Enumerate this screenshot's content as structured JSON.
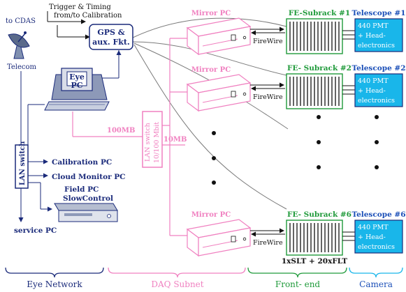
{
  "colors": {
    "navy": "#1a2a7a",
    "pink": "#f080c0",
    "green": "#1f9a3a",
    "cyan_box": "#19b6ea",
    "blue": "#1b4fb8",
    "line_gray": "#7a7a7a"
  },
  "labels": {
    "to_cdas": "to CDAS",
    "telecom": "Telecom",
    "trigger_line1": "Trigger & Timing",
    "trigger_line2": "from/to Calibration",
    "gps_line1": "GPS &",
    "gps_line2": "aux. Fkt.",
    "eye_pc_line1": "Eye",
    "eye_pc_line2": "PC",
    "lan_switch_left": "LAN switch",
    "calibration_pc": "Calibration PC",
    "cloud_monitor_pc": "Cloud Monitor PC",
    "field_pc_line1": "Field PC",
    "field_pc_line2": "SlowControl",
    "service_pc": "service PC",
    "lan_switch_mid_line1": "LAN switch",
    "lan_switch_mid_line2": "10/100 Mbit",
    "link_100mb": "100MB",
    "link_10mb": "10MB",
    "firewire": "FireWire",
    "slt_flt": "1xSLT + 20xFLT"
  },
  "mirror_pcs": [
    {
      "label": "Mirror PC"
    },
    {
      "label": "Mirror PC"
    },
    {
      "label": "Mirror PC"
    }
  ],
  "subracks": [
    {
      "label": "FE-Subrack #1"
    },
    {
      "label": "FE- Subrack #2"
    },
    {
      "label": "FE- Subrack #6"
    }
  ],
  "telescopes": [
    {
      "label": "Telescope #1",
      "box_line1": "440 PMT",
      "box_line2": "+ Head-",
      "box_line3": "electronics"
    },
    {
      "label": "Telescope #2",
      "box_line1": "440 PMT",
      "box_line2": "+ Head-",
      "box_line3": "electronics"
    },
    {
      "label": "Telescope #6",
      "box_line1": "440 PMT",
      "box_line2": "+ Head-",
      "box_line3": "electronics"
    }
  ],
  "sections": {
    "eye_network": "Eye Network",
    "daq_subnet": "DAQ Subnet",
    "front_end": "Front- end",
    "camera": "Camera"
  }
}
